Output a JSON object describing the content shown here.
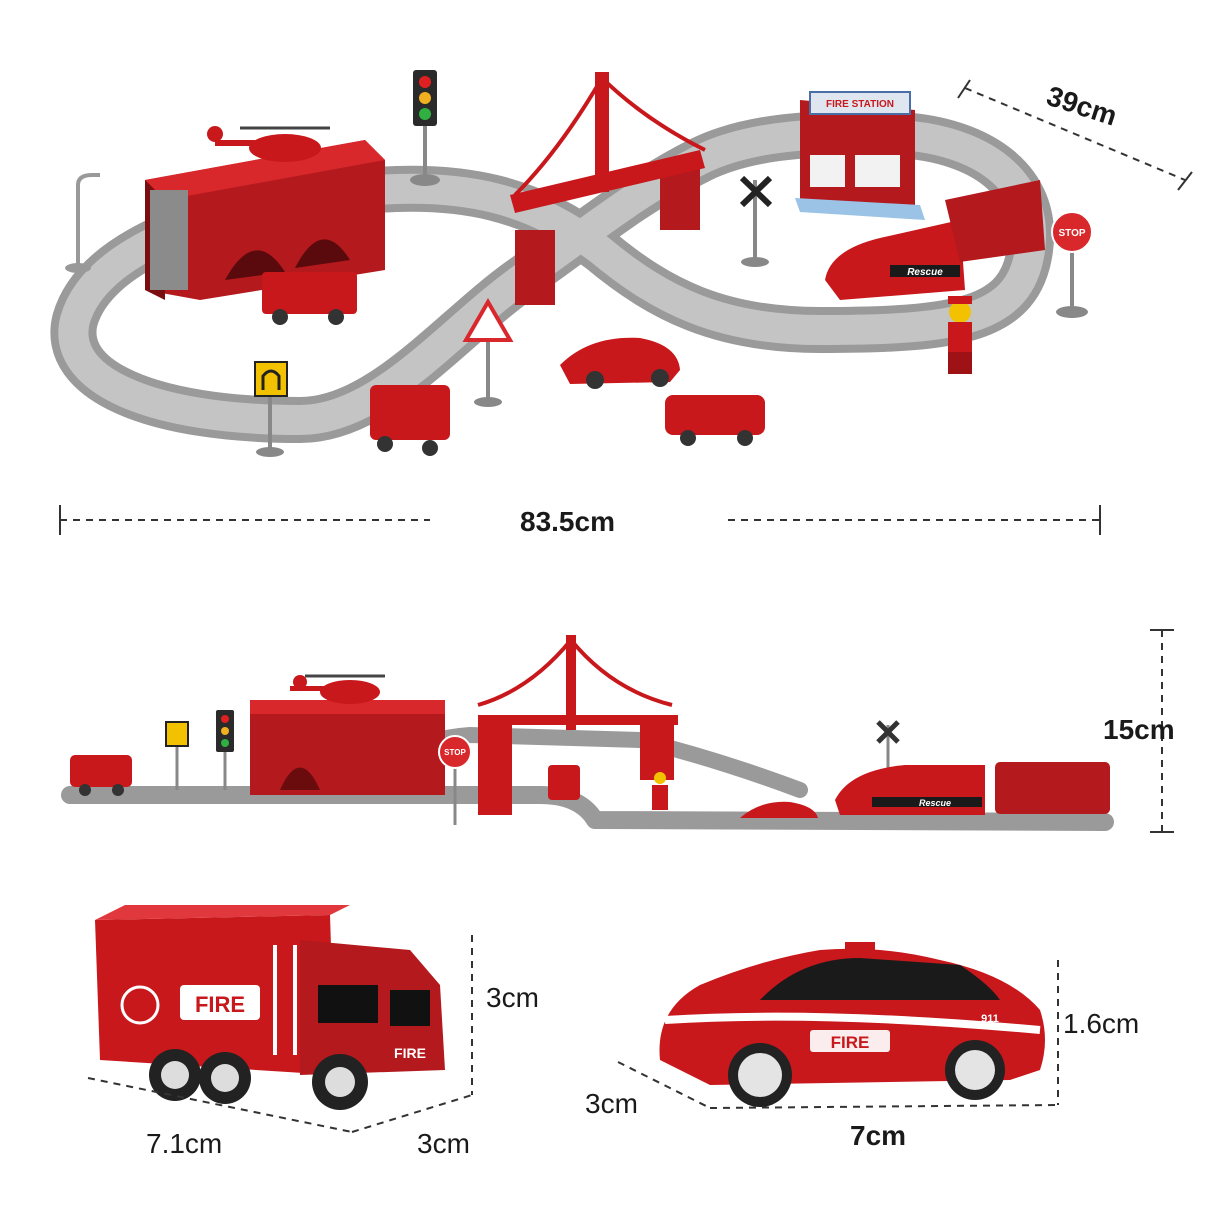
{
  "dimensions": {
    "layout_depth": "39cm",
    "layout_width": "83.5cm",
    "layout_height": "15cm",
    "fire_truck_height": "3cm",
    "fire_truck_length": "7.1cm",
    "fire_truck_width": "3cm",
    "car_height": "1.6cm",
    "car_width": "3cm",
    "car_length": "7cm"
  },
  "signs": {
    "fire_station": "FIRE STATION",
    "stop_top": "STOP",
    "stop_side": "STOP",
    "tunnel": "TUNNEL"
  },
  "vehicle_text": {
    "train_top": "Rescue",
    "train_side": "Rescue",
    "truck_fire": "FIRE",
    "truck_fire_small": "FIRE",
    "car_fire": "FIRE",
    "car_number": "911"
  },
  "colors": {
    "toy_red": "#c8181c",
    "dark_red": "#8e0f12",
    "track_grey": "#9a9a9a",
    "background": "#ffffff"
  }
}
